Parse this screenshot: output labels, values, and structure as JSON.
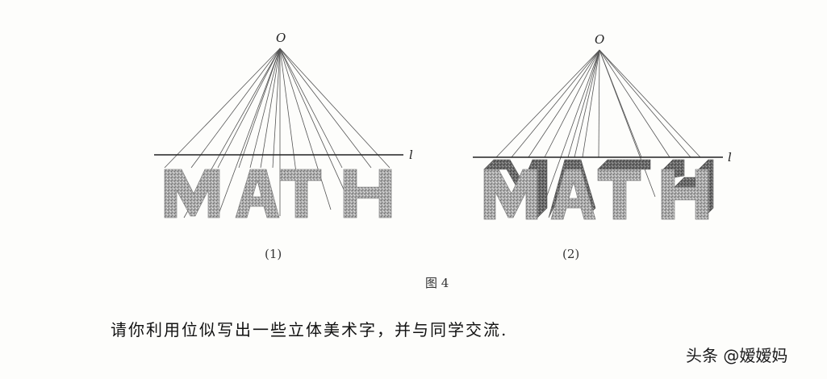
{
  "figure": {
    "caption": "图 4",
    "panels": [
      {
        "id": 1,
        "sub_label": "(1)",
        "point_label": "O",
        "line_label": "l",
        "word": "MATH"
      },
      {
        "id": 2,
        "sub_label": "(2)",
        "point_label": "O",
        "line_label": "l",
        "word": "MATH"
      }
    ]
  },
  "task_text": "请你利用位似写出一些立体美术字，并与同学交流.",
  "watermark": "头条 @嫒嫒妈"
}
